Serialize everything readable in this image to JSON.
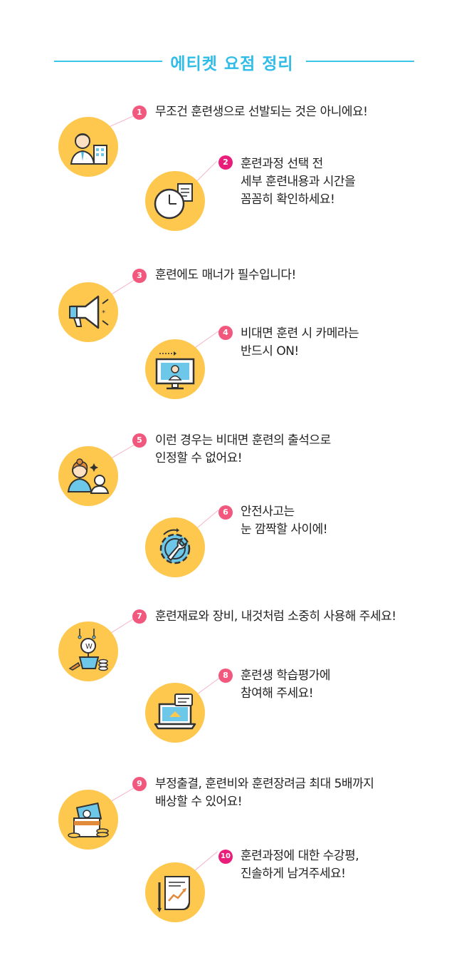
{
  "header": {
    "title": "에티켓 요점 정리"
  },
  "colors": {
    "accent": "#3cc4ea",
    "circle": "#fec84e"
  },
  "items": [
    {
      "num": "1",
      "lines": [
        "무조건 훈련생으로 선발되는 것은 아니에요!"
      ],
      "icon": "person-with-building-icon"
    },
    {
      "num": "2",
      "lines": [
        "훈련과정 선택 전",
        "세부 훈련내용과 시간을",
        "꼼꼼히 확인하세요!"
      ],
      "icon": "clock-with-document-icon"
    },
    {
      "num": "3",
      "lines": [
        "훈련에도 매너가 필수입니다!"
      ],
      "icon": "megaphone-icon"
    },
    {
      "num": "4",
      "lines": [
        "비대면 훈련 시 카메라는",
        "반드시 ON!"
      ],
      "icon": "monitor-with-person-icon"
    },
    {
      "num": "5",
      "lines": [
        "이런 경우는 비대면 훈련의 출석으로",
        "인정할 수 없어요!"
      ],
      "icon": "two-people-icon"
    },
    {
      "num": "6",
      "lines": [
        "안전사고는",
        "눈 깜짝할 사이에!"
      ],
      "icon": "gear-wrench-icon"
    },
    {
      "num": "7",
      "lines": [
        "훈련재료와 장비, 내것처럼 소중히 사용해 주세요!"
      ],
      "icon": "plant-with-coins-icon"
    },
    {
      "num": "8",
      "lines": [
        "훈련생 학습평가에",
        "참여해 주세요!"
      ],
      "icon": "laptop-with-chat-icon"
    },
    {
      "num": "9",
      "lines": [
        "부정출결, 훈련비와 훈련장려금 최대 5배까지",
        "배상할 수 있어요!"
      ],
      "icon": "money-envelope-icon"
    },
    {
      "num": "10",
      "lines": [
        "훈련과정에 대한 수강평,",
        "진솔하게 남겨주세요!"
      ],
      "icon": "document-with-chart-icon"
    }
  ]
}
